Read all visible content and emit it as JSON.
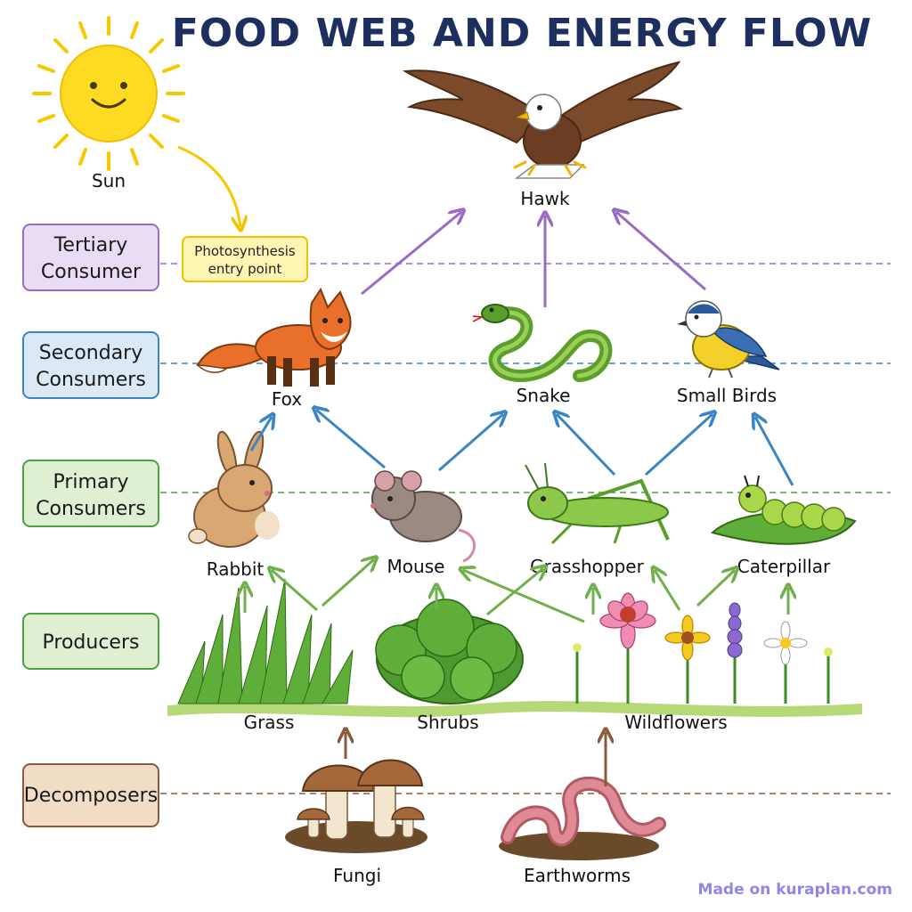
{
  "title": "FOOD WEB AND ENERGY FLOW",
  "sun_label": "Sun",
  "photosynthesis_note": [
    "Photosynthesis",
    "entry point"
  ],
  "levels": {
    "tertiary": [
      "Tertiary",
      "Consumer"
    ],
    "secondary": [
      "Secondary",
      "Consumers"
    ],
    "primary": [
      "Primary",
      "Consumers"
    ],
    "producers": [
      "Producers"
    ],
    "decomposers": [
      "Decomposers"
    ]
  },
  "organisms": {
    "hawk": "Hawk",
    "fox": "Fox",
    "snake": "Snake",
    "small_birds": "Small Birds",
    "rabbit": "Rabbit",
    "mouse": "Mouse",
    "grasshopper": "Grasshopper",
    "caterpillar": "Caterpillar",
    "grass": "Grass",
    "shrubs": "Shrubs",
    "wildflowers": "Wildflowers",
    "fungi": "Fungi",
    "earthworms": "Earthworms"
  },
  "watermark": "Made on kuraplan.com",
  "colors": {
    "tertiary": "#9b6bc4",
    "secondary": "#3a86c4",
    "primary": "#6fb04a",
    "decomposer": "#8a5a3c",
    "sun": "#f7d21e"
  }
}
